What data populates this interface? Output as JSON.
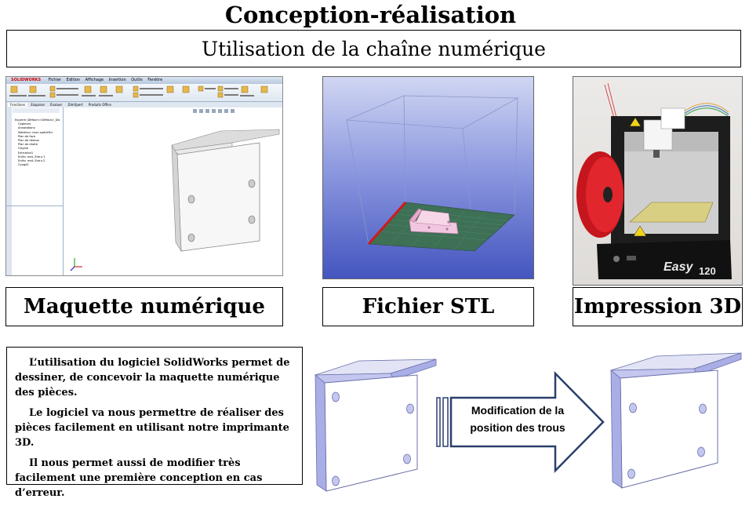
{
  "header": {
    "title": "Conception-réalisation",
    "subtitle": "Utilisation de la chaîne numérique"
  },
  "solidworks": {
    "app_name": "SOLIDWORKS",
    "menus": [
      "Fichier",
      "Edition",
      "Affichage",
      "Insertion",
      "Outils",
      "Fenêtre"
    ],
    "tabs": [
      "Fonctions",
      "Esquisse",
      "Évaluer",
      "DimXpert",
      "Produits Office"
    ],
    "tree_root": "Equerre (Défaut<<Défaut>_Dis",
    "tree_items": [
      "Capteurs",
      "Annotations",
      "Matériau <non spécifié>",
      "Plan de face",
      "Plan de dessus",
      "Plan de droite",
      "Origine",
      "Extrusion1",
      "Enlèv. mat.-Extru.1",
      "Enlèv. mat.-Extru.2",
      "Congé1"
    ]
  },
  "labels": {
    "digital_model": "Maquette numérique",
    "stl_file": "Fichier STL",
    "printing": "Impression 3D"
  },
  "printer": {
    "brand": "Easy",
    "model": "120"
  },
  "description": {
    "p1": "L’utilisation du logiciel SolidWorks permet de dessiner, de concevoir la maquette numérique des pièces.",
    "p2": "Le logiciel va nous permettre de réaliser des pièces facilement en utilisant notre imprimante 3D.",
    "p3": "Il nous permet aussi de modifier très facilement une première conception en cas d’erreur."
  },
  "arrow": {
    "line1": "Modification de la",
    "line2": "position des  trous"
  },
  "colors": {
    "bracket_face": "#ffffff",
    "bracket_edge": "#a9aee6",
    "stl_background": "#5868c8",
    "stl_grid": "#3d7055",
    "filament": "#d8262a"
  }
}
